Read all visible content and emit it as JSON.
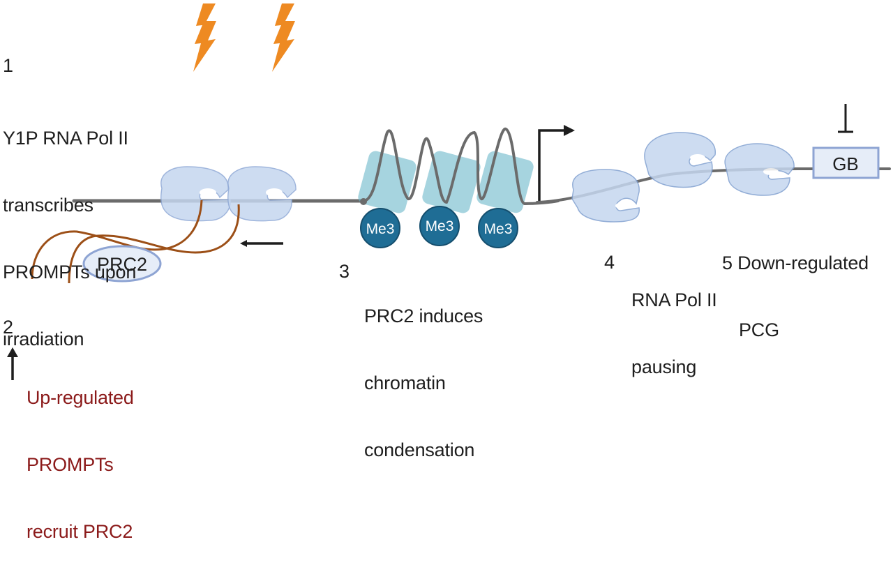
{
  "figure": {
    "colors": {
      "dna": "#6b6b6b",
      "rna": "#9c4f17",
      "lightning": "#ee8a22",
      "polymerase_fill": "#c5d7ef",
      "polymerase_stroke": "#7f9fd0",
      "nucleosome": "#6bb7c9",
      "me3": "#1f6d95",
      "prc2_fill": "#e6edf8",
      "prc2_stroke": "#8ea4d3",
      "red_text": "#8b1a1a",
      "arrow": "#1e1e1e"
    },
    "steps": [
      {
        "number": "1",
        "lines": [
          "Y1P RNA Pol II",
          "transcribes",
          "PROMPTs upon",
          "irradiation"
        ]
      },
      {
        "number": "2",
        "lines": [
          "Up-regulated",
          "PROMPTs",
          "recruit PRC2"
        ]
      },
      {
        "number": "3",
        "lines": [
          "PRC2 induces",
          "chromatin",
          "condensation"
        ]
      },
      {
        "number": "4",
        "lines": [
          "RNA Pol II",
          "pausing"
        ]
      },
      {
        "number": "5",
        "lines": [
          "Down-regulated",
          "PCG"
        ]
      }
    ],
    "prc2_label": "PRC2",
    "me3_labels": [
      "Me3",
      "Me3",
      "Me3"
    ],
    "gene_box_label": "GB",
    "icons": [
      "lightning-icon",
      "lightning-icon",
      "left-arrow-icon",
      "up-arrow-icon",
      "tss-arrow-icon",
      "inhibition-bar-icon"
    ]
  }
}
